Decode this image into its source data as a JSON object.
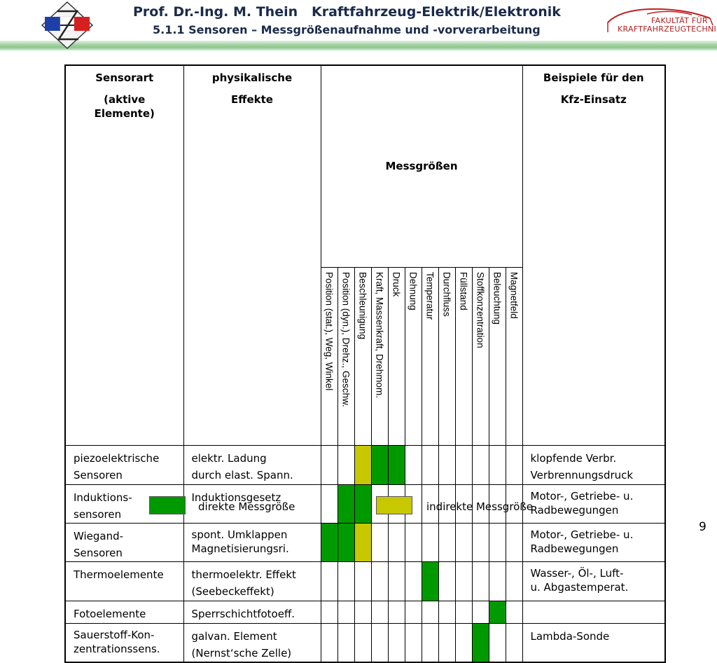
{
  "header": {
    "author": "Prof. Dr.-Ing. M. Thein",
    "course": "Kraftfahrzeug-Elektrik/Elektronik",
    "subtitle": "5.1.1 Sensoren – Messgrößenaufnahme und -vorverarbeitung",
    "faculty_line1": "FAKULTÄT FÜR",
    "faculty_line2": "KRAFTFAHRZEUGTECHNIK"
  },
  "table": {
    "col_headers": {
      "sensorart_1": "Sensorart",
      "sensorart_2": "(aktive",
      "sensorart_3": "Elemente)",
      "effekte_1": "physikalische",
      "effekte_2": "Effekte",
      "messgroessen": "Messgrößen",
      "beispiele_1": "Beispiele für den",
      "beispiele_2": "Kfz-Einsatz"
    },
    "quantities": [
      "Position (stat.), Weg, Winkel",
      "Position (dyn.), Drehz., Geschw.",
      "Beschleunigung",
      "Kraft, Massenkraft, Drehmom.",
      "Druck",
      "Dehnung",
      "Temperatur",
      "Durchfluss",
      "Füllstand",
      "Stoffkonzentration",
      "Beleuchtung",
      "Magnetfeld"
    ],
    "rows": [
      {
        "sensor_1": "piezoelektrische",
        "sensor_2": "Sensoren",
        "effect_1": "elektr. Ladung",
        "effect_2": "durch elast. Spann.",
        "example_1": "klopfende Verbr.",
        "example_2": "Verbrennungsdruck"
      },
      {
        "sensor_1": "Induktions-",
        "sensor_2": "sensoren",
        "effect_1": "Induktionsgesetz",
        "example_1": "Motor-, Getriebe- u.",
        "example_2": "Radbewegungen"
      },
      {
        "sensor_1": "Wiegand-",
        "sensor_2": "Sensoren",
        "effect_1": "spont. Umklappen",
        "effect_2": "Magnetisierungsri.",
        "example_1": "Motor-, Getriebe- u.",
        "example_2": "Radbewegungen"
      },
      {
        "sensor_1": "Thermoelemente",
        "effect_1": "thermoelektr. Effekt",
        "effect_2": "(Seebeckeffekt)",
        "example_1": "Wasser-, Öl-, Luft-",
        "example_2": "u. Abgastemperat."
      },
      {
        "sensor_1": "Fotoelemente",
        "effect_1": "Sperrschichtfotoeff."
      },
      {
        "sensor_1": "Sauerstoff-Kon-",
        "sensor_2": "zentrationssens.",
        "effect_1": "galvan. Element",
        "effect_2": "(Nernst‘sche Zelle)",
        "example_1": "Lambda-Sonde"
      }
    ]
  },
  "legend": {
    "direct_label": "direkte Messgröße",
    "indirect_label": "indirekte Messgröße",
    "direct_color": "#009900",
    "indirect_color": "#c8c800"
  },
  "page_number": "9"
}
